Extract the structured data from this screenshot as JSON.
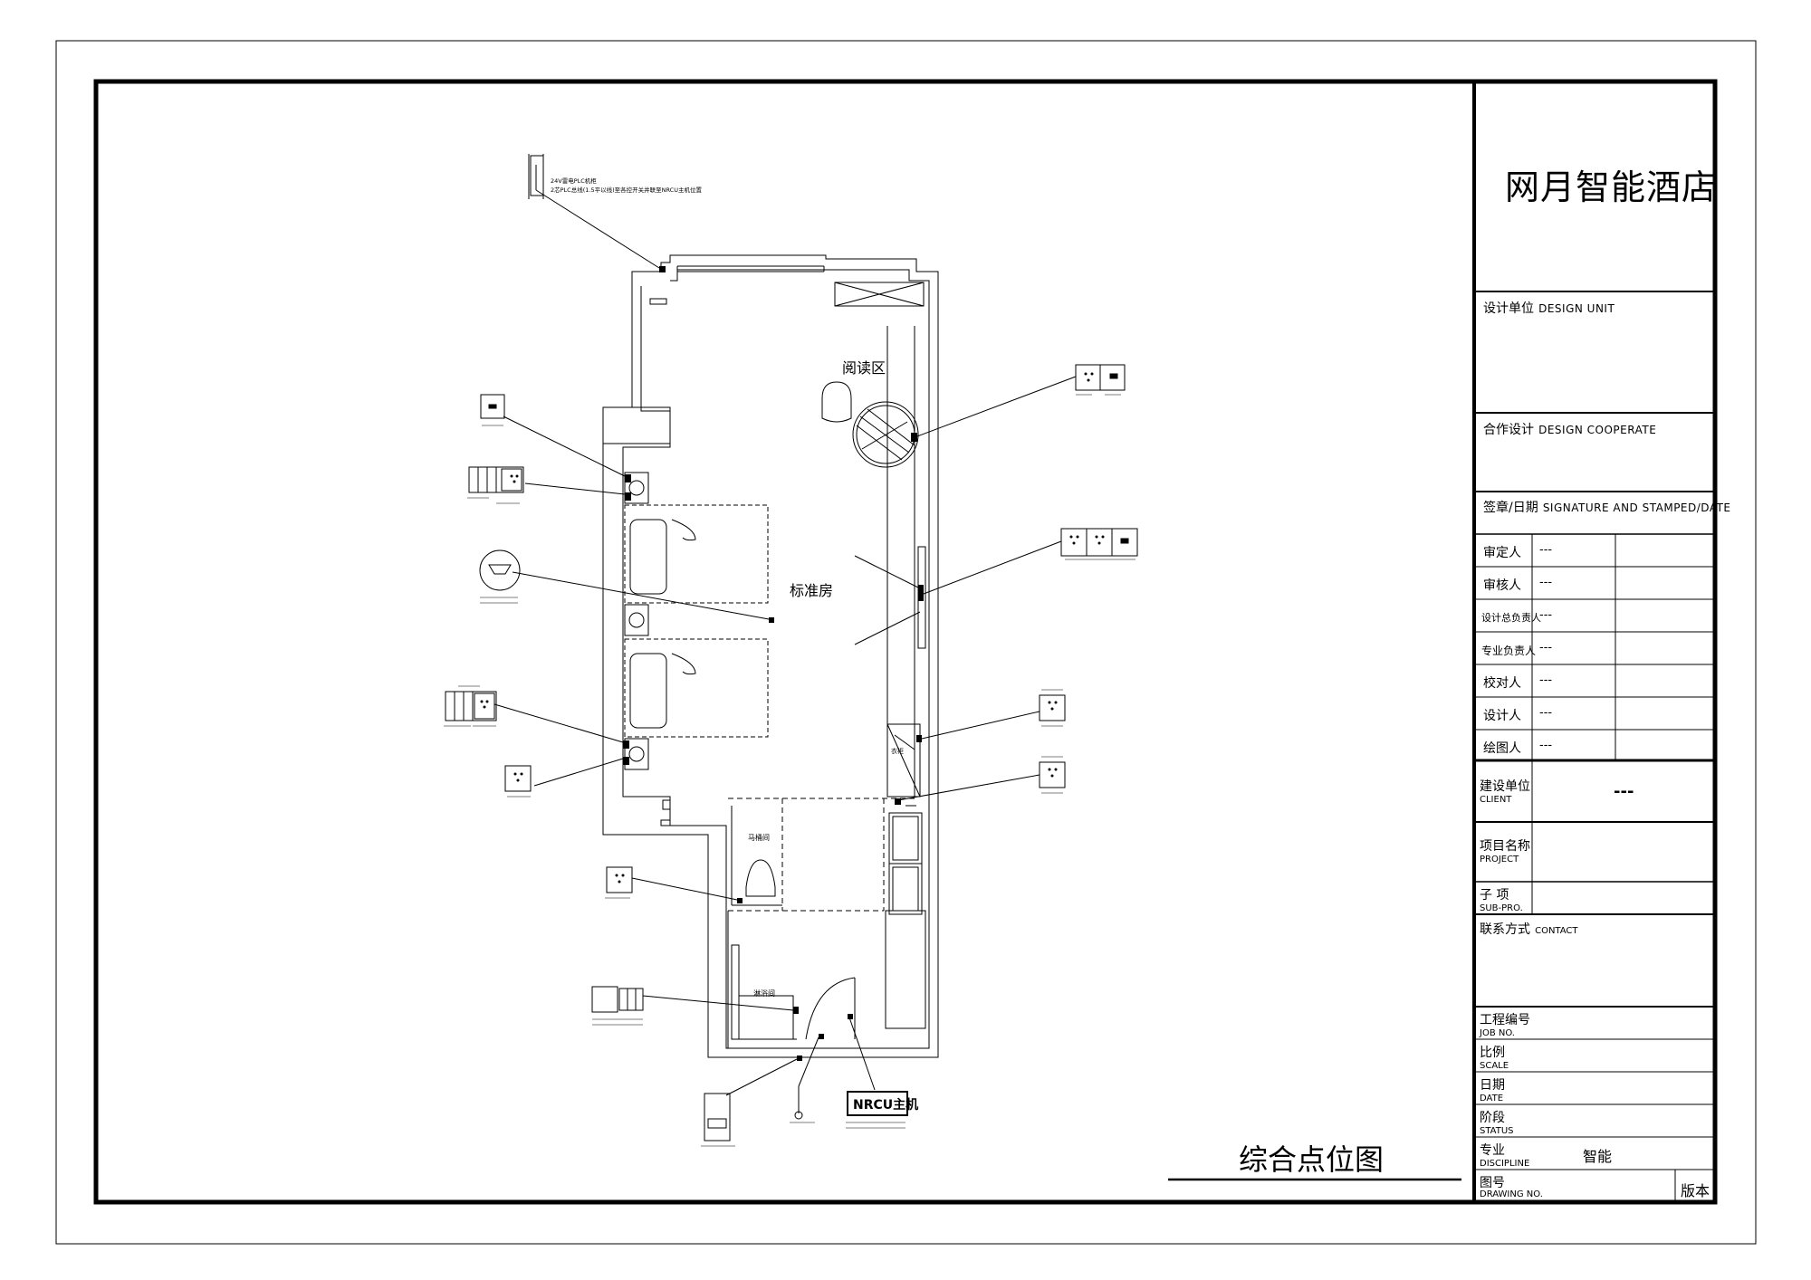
{
  "title_block": {
    "company": "网月智能酒店",
    "design_unit": {
      "cn": "设计单位",
      "en": "DESIGN UNIT"
    },
    "design_cooperate": {
      "cn": "合作设计",
      "en": "DESIGN COOPERATE"
    },
    "signature": {
      "cn": "签章/日期",
      "en": "SIGNATURE AND STAMPED/DATE"
    },
    "roles": [
      {
        "label": "审定人",
        "value": "---"
      },
      {
        "label": "审核人",
        "value": "---"
      },
      {
        "label": "设计总负责人",
        "value": "---"
      },
      {
        "label": "专业负责人",
        "value": "---"
      },
      {
        "label": "校对人",
        "value": "---"
      },
      {
        "label": "设计人",
        "value": "---"
      },
      {
        "label": "绘图人",
        "value": "---"
      }
    ],
    "client": {
      "cn": "建设单位",
      "en": "CLIENT",
      "value": "---"
    },
    "project": {
      "cn": "项目名称",
      "en": "PROJECT"
    },
    "sub_project": {
      "cn": "子 项",
      "en": "SUB-PRO."
    },
    "contact": {
      "cn": "联系方式",
      "en": "CONTACT"
    },
    "job_no": {
      "cn": "工程编号",
      "en": "JOB NO."
    },
    "scale": {
      "cn": "比例",
      "en": "SCALE"
    },
    "date": {
      "cn": "日期",
      "en": "DATE"
    },
    "status": {
      "cn": "阶段",
      "en": "STATUS"
    },
    "discipline": {
      "cn": "专业",
      "en": "DISCIPLINE",
      "value": "智能"
    },
    "drawing_no": {
      "cn": "图号",
      "en": "DRAWING NO.",
      "version": "版本"
    }
  },
  "drawing": {
    "title": "综合点位图",
    "rooms": {
      "reading": "阅读区",
      "standard": "标准房",
      "toilet": "马桶间",
      "shower": "淋浴间",
      "closet": "衣柜"
    },
    "nrcu": "NRCU主机",
    "notes": {
      "top_line1": "24V雷电PLC机柜",
      "top_line2": "2芯PLC总线(1.5平以线)至各控开关并联至NRCU主机位置"
    }
  },
  "colors": {
    "line": "#000000",
    "background": "#ffffff"
  }
}
